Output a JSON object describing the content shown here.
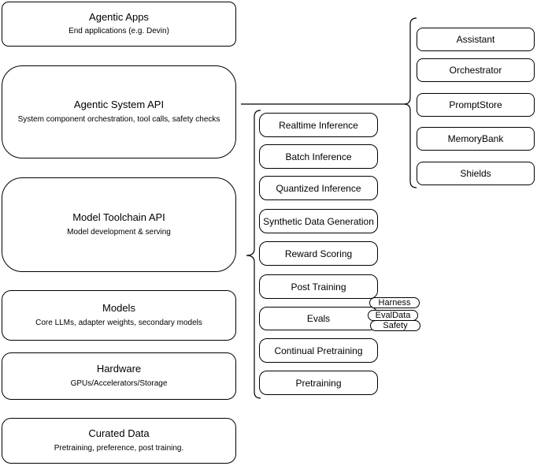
{
  "diagram": {
    "colors": {
      "stroke": "#000000",
      "fill": "#ffffff",
      "text": "#000000"
    },
    "left_stack": [
      {
        "title": "Agentic Apps",
        "subtitle": "End applications (e.g. Devin)"
      },
      {
        "title": "Agentic System API",
        "subtitle": "System component orchestration, tool calls, safety checks"
      },
      {
        "title": "Model Toolchain API",
        "subtitle": "Model development & serving"
      },
      {
        "title": "Models",
        "subtitle": "Core LLMs, adapter weights, secondary models"
      },
      {
        "title": "Hardware",
        "subtitle": "GPUs/Accelerators/Storage"
      },
      {
        "title": "Curated Data",
        "subtitle": "Pretraining, preference, post training."
      }
    ],
    "toolchain_items": [
      "Realtime Inference",
      "Batch Inference",
      "Quantized Inference",
      "Synthetic Data Generation",
      "Reward Scoring",
      "Post Training",
      "Evals",
      "Continual Pretraining",
      "Pretraining"
    ],
    "eval_tags": [
      "Harness",
      "EvalData",
      "Safety"
    ],
    "system_components": [
      "Assistant",
      "Orchestrator",
      "PromptStore",
      "MemoryBank",
      "Shields"
    ]
  }
}
